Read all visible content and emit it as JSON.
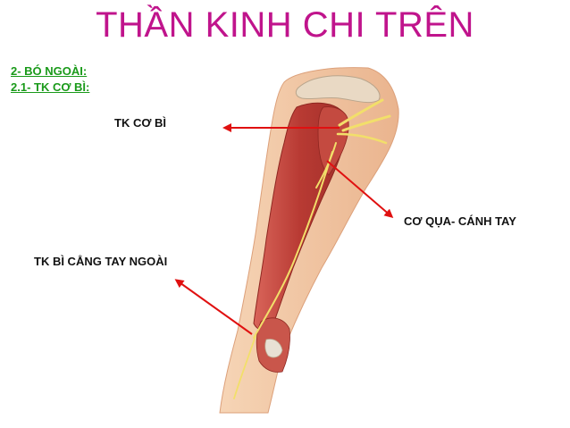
{
  "slide": {
    "title": "THẦN KINH CHI TRÊN",
    "section_1": "2- BÓ NGOÀI:",
    "section_2": "2.1- TK CƠ BÌ:"
  },
  "labels": {
    "tk_co_bi": "TK CƠ BÌ",
    "co_qua_canh_tay": "CƠ QỤA- CÁNH TAY",
    "tk_bi_cang_tay_ngoai": "TK BÌ CẲNG TAY NGOÀI"
  },
  "colors": {
    "title": "#c0148c",
    "section": "#1a9a1a",
    "arrow": "#e01010",
    "muscle": "#c0413a",
    "skin": "#f3c9a6",
    "nerve": "#f2df6a"
  }
}
